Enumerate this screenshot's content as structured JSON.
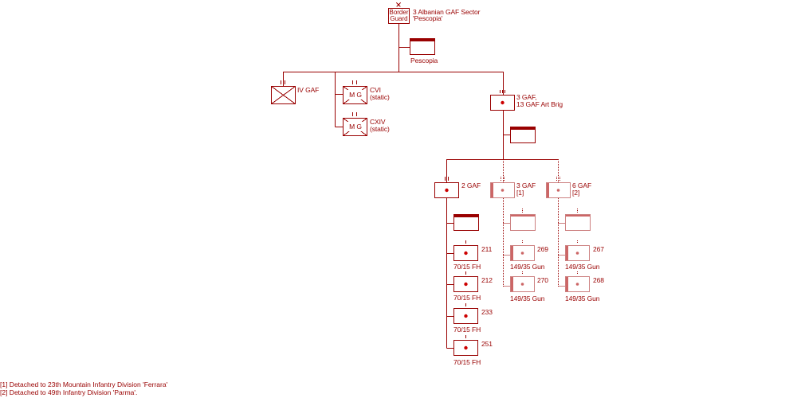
{
  "colors": {
    "line": "#990000",
    "fill": "#cc0000"
  },
  "hq": {
    "symbol_line1": "Border",
    "symbol_line2": "Guard",
    "label_line1": "3 Albanian GAF Sector",
    "label_line2": "'Pescopia'"
  },
  "hq_coy": {
    "label": "Pescopia"
  },
  "iv_gaf": {
    "label": "IV GAF"
  },
  "cvi": {
    "symbol": "M G",
    "label_line1": "CVI",
    "label_line2": "(static)"
  },
  "cxiv": {
    "symbol": "M G",
    "label_line1": "CXIV",
    "label_line2": "(static)"
  },
  "gaf3_art": {
    "label_line1": "3 GAF,",
    "label_line2": "13 GAF Art Brig"
  },
  "gaf2": {
    "label": "2 GAF",
    "batteries": [
      {
        "number": "211",
        "weapon": "70/15 FH"
      },
      {
        "number": "212",
        "weapon": "70/15 FH"
      },
      {
        "number": "233",
        "weapon": "70/15 FH"
      },
      {
        "number": "251",
        "weapon": "70/15 FH"
      }
    ]
  },
  "gaf3": {
    "label_line1": "3 GAF",
    "label_line2": "[1]",
    "batteries": [
      {
        "number": "269",
        "weapon": "149/35 Gun"
      },
      {
        "number": "270",
        "weapon": "149/35 Gun"
      }
    ]
  },
  "gaf6": {
    "label_line1": "6 GAF",
    "label_line2": "[2]",
    "batteries": [
      {
        "number": "267",
        "weapon": "149/35 Gun"
      },
      {
        "number": "268",
        "weapon": "149/35 Gun"
      }
    ]
  },
  "footnotes": {
    "note1": "[1] Detached to 23th Mountain Infantry Division 'Ferrara'",
    "note2": "[2] Detached to 49th Infantry Division 'Parma'."
  }
}
